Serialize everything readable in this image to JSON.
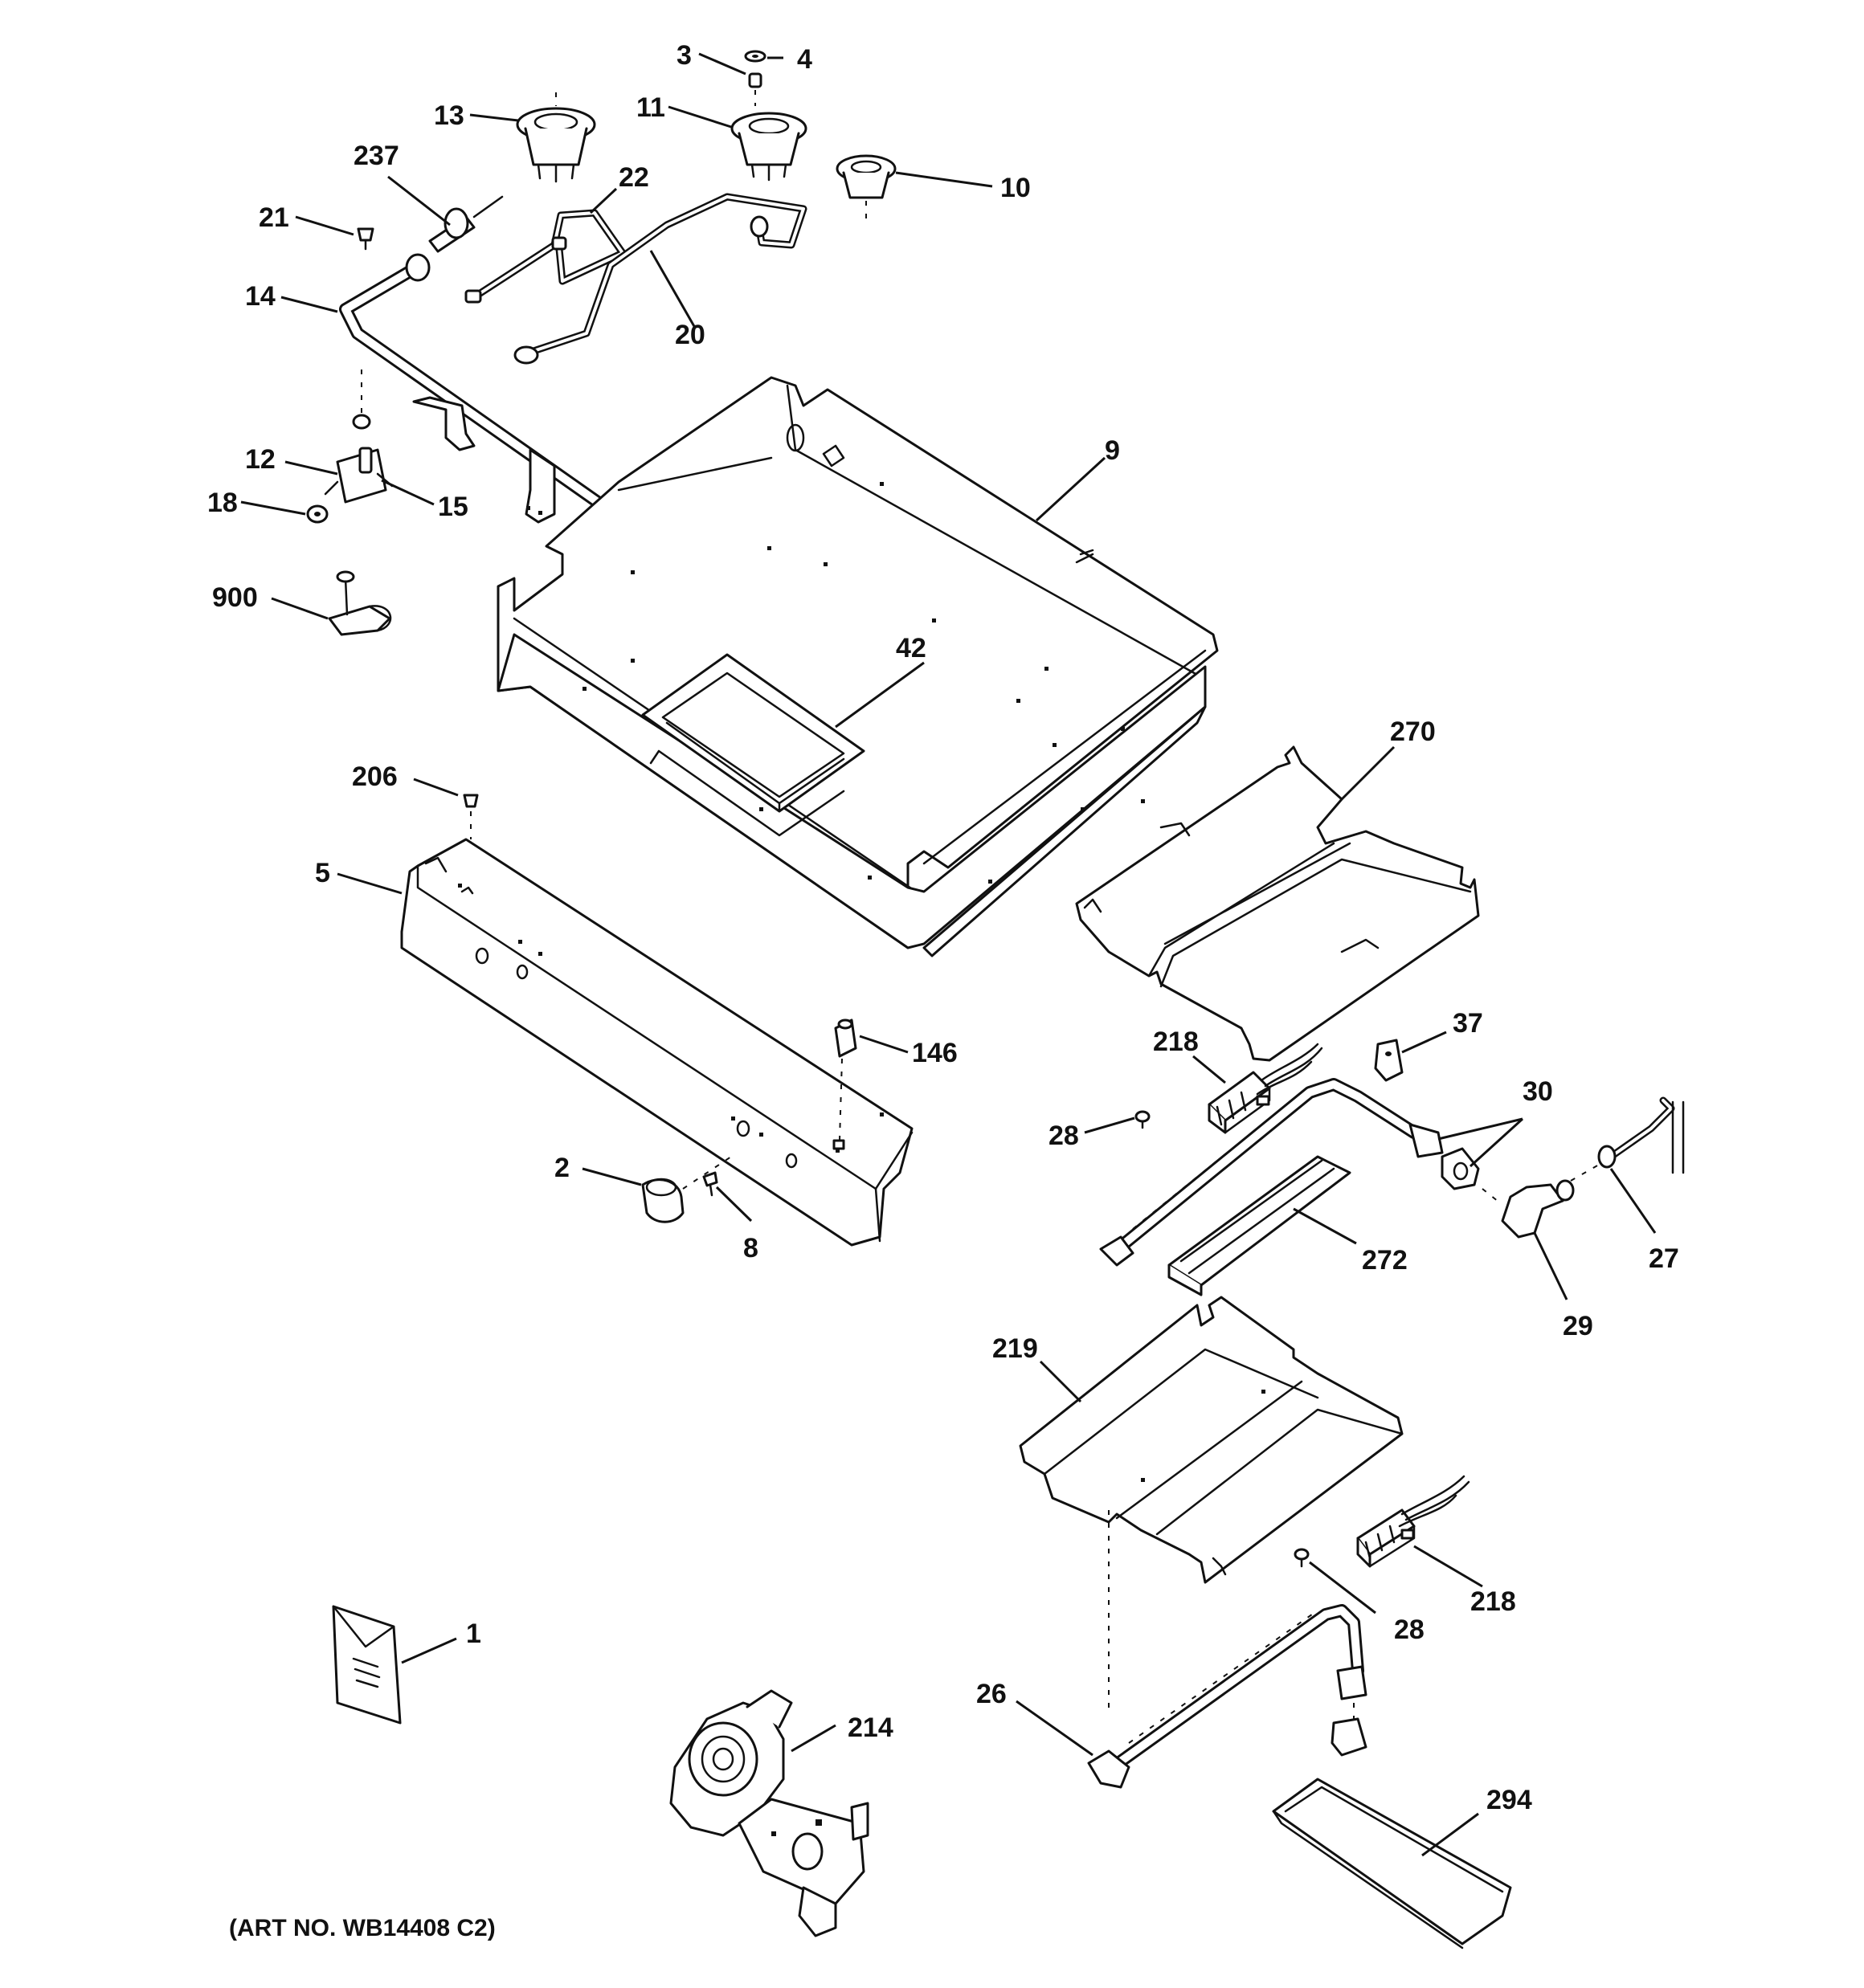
{
  "diagram": {
    "art_number": "(ART NO. WB14408 C2)",
    "callouts": [
      {
        "id": "c3",
        "label": "3"
      },
      {
        "id": "c4",
        "label": "4"
      },
      {
        "id": "c13",
        "label": "13"
      },
      {
        "id": "c11",
        "label": "11"
      },
      {
        "id": "c237",
        "label": "237"
      },
      {
        "id": "c22",
        "label": "22"
      },
      {
        "id": "c10",
        "label": "10"
      },
      {
        "id": "c21",
        "label": "21"
      },
      {
        "id": "c14",
        "label": "14"
      },
      {
        "id": "c20",
        "label": "20"
      },
      {
        "id": "c9",
        "label": "9"
      },
      {
        "id": "c12",
        "label": "12"
      },
      {
        "id": "c18",
        "label": "18"
      },
      {
        "id": "c15",
        "label": "15"
      },
      {
        "id": "c900",
        "label": "900"
      },
      {
        "id": "c42",
        "label": "42"
      },
      {
        "id": "c270",
        "label": "270"
      },
      {
        "id": "c206",
        "label": "206"
      },
      {
        "id": "c5",
        "label": "5"
      },
      {
        "id": "c146",
        "label": "146"
      },
      {
        "id": "c218a",
        "label": "218"
      },
      {
        "id": "c37",
        "label": "37"
      },
      {
        "id": "c30",
        "label": "30"
      },
      {
        "id": "c28a",
        "label": "28"
      },
      {
        "id": "c2",
        "label": "2"
      },
      {
        "id": "c8",
        "label": "8"
      },
      {
        "id": "c272",
        "label": "272"
      },
      {
        "id": "c27",
        "label": "27"
      },
      {
        "id": "c29",
        "label": "29"
      },
      {
        "id": "c219",
        "label": "219"
      },
      {
        "id": "c218b",
        "label": "218"
      },
      {
        "id": "c28b",
        "label": "28"
      },
      {
        "id": "c1",
        "label": "1"
      },
      {
        "id": "c26",
        "label": "26"
      },
      {
        "id": "c214",
        "label": "214"
      },
      {
        "id": "c294",
        "label": "294"
      }
    ]
  }
}
